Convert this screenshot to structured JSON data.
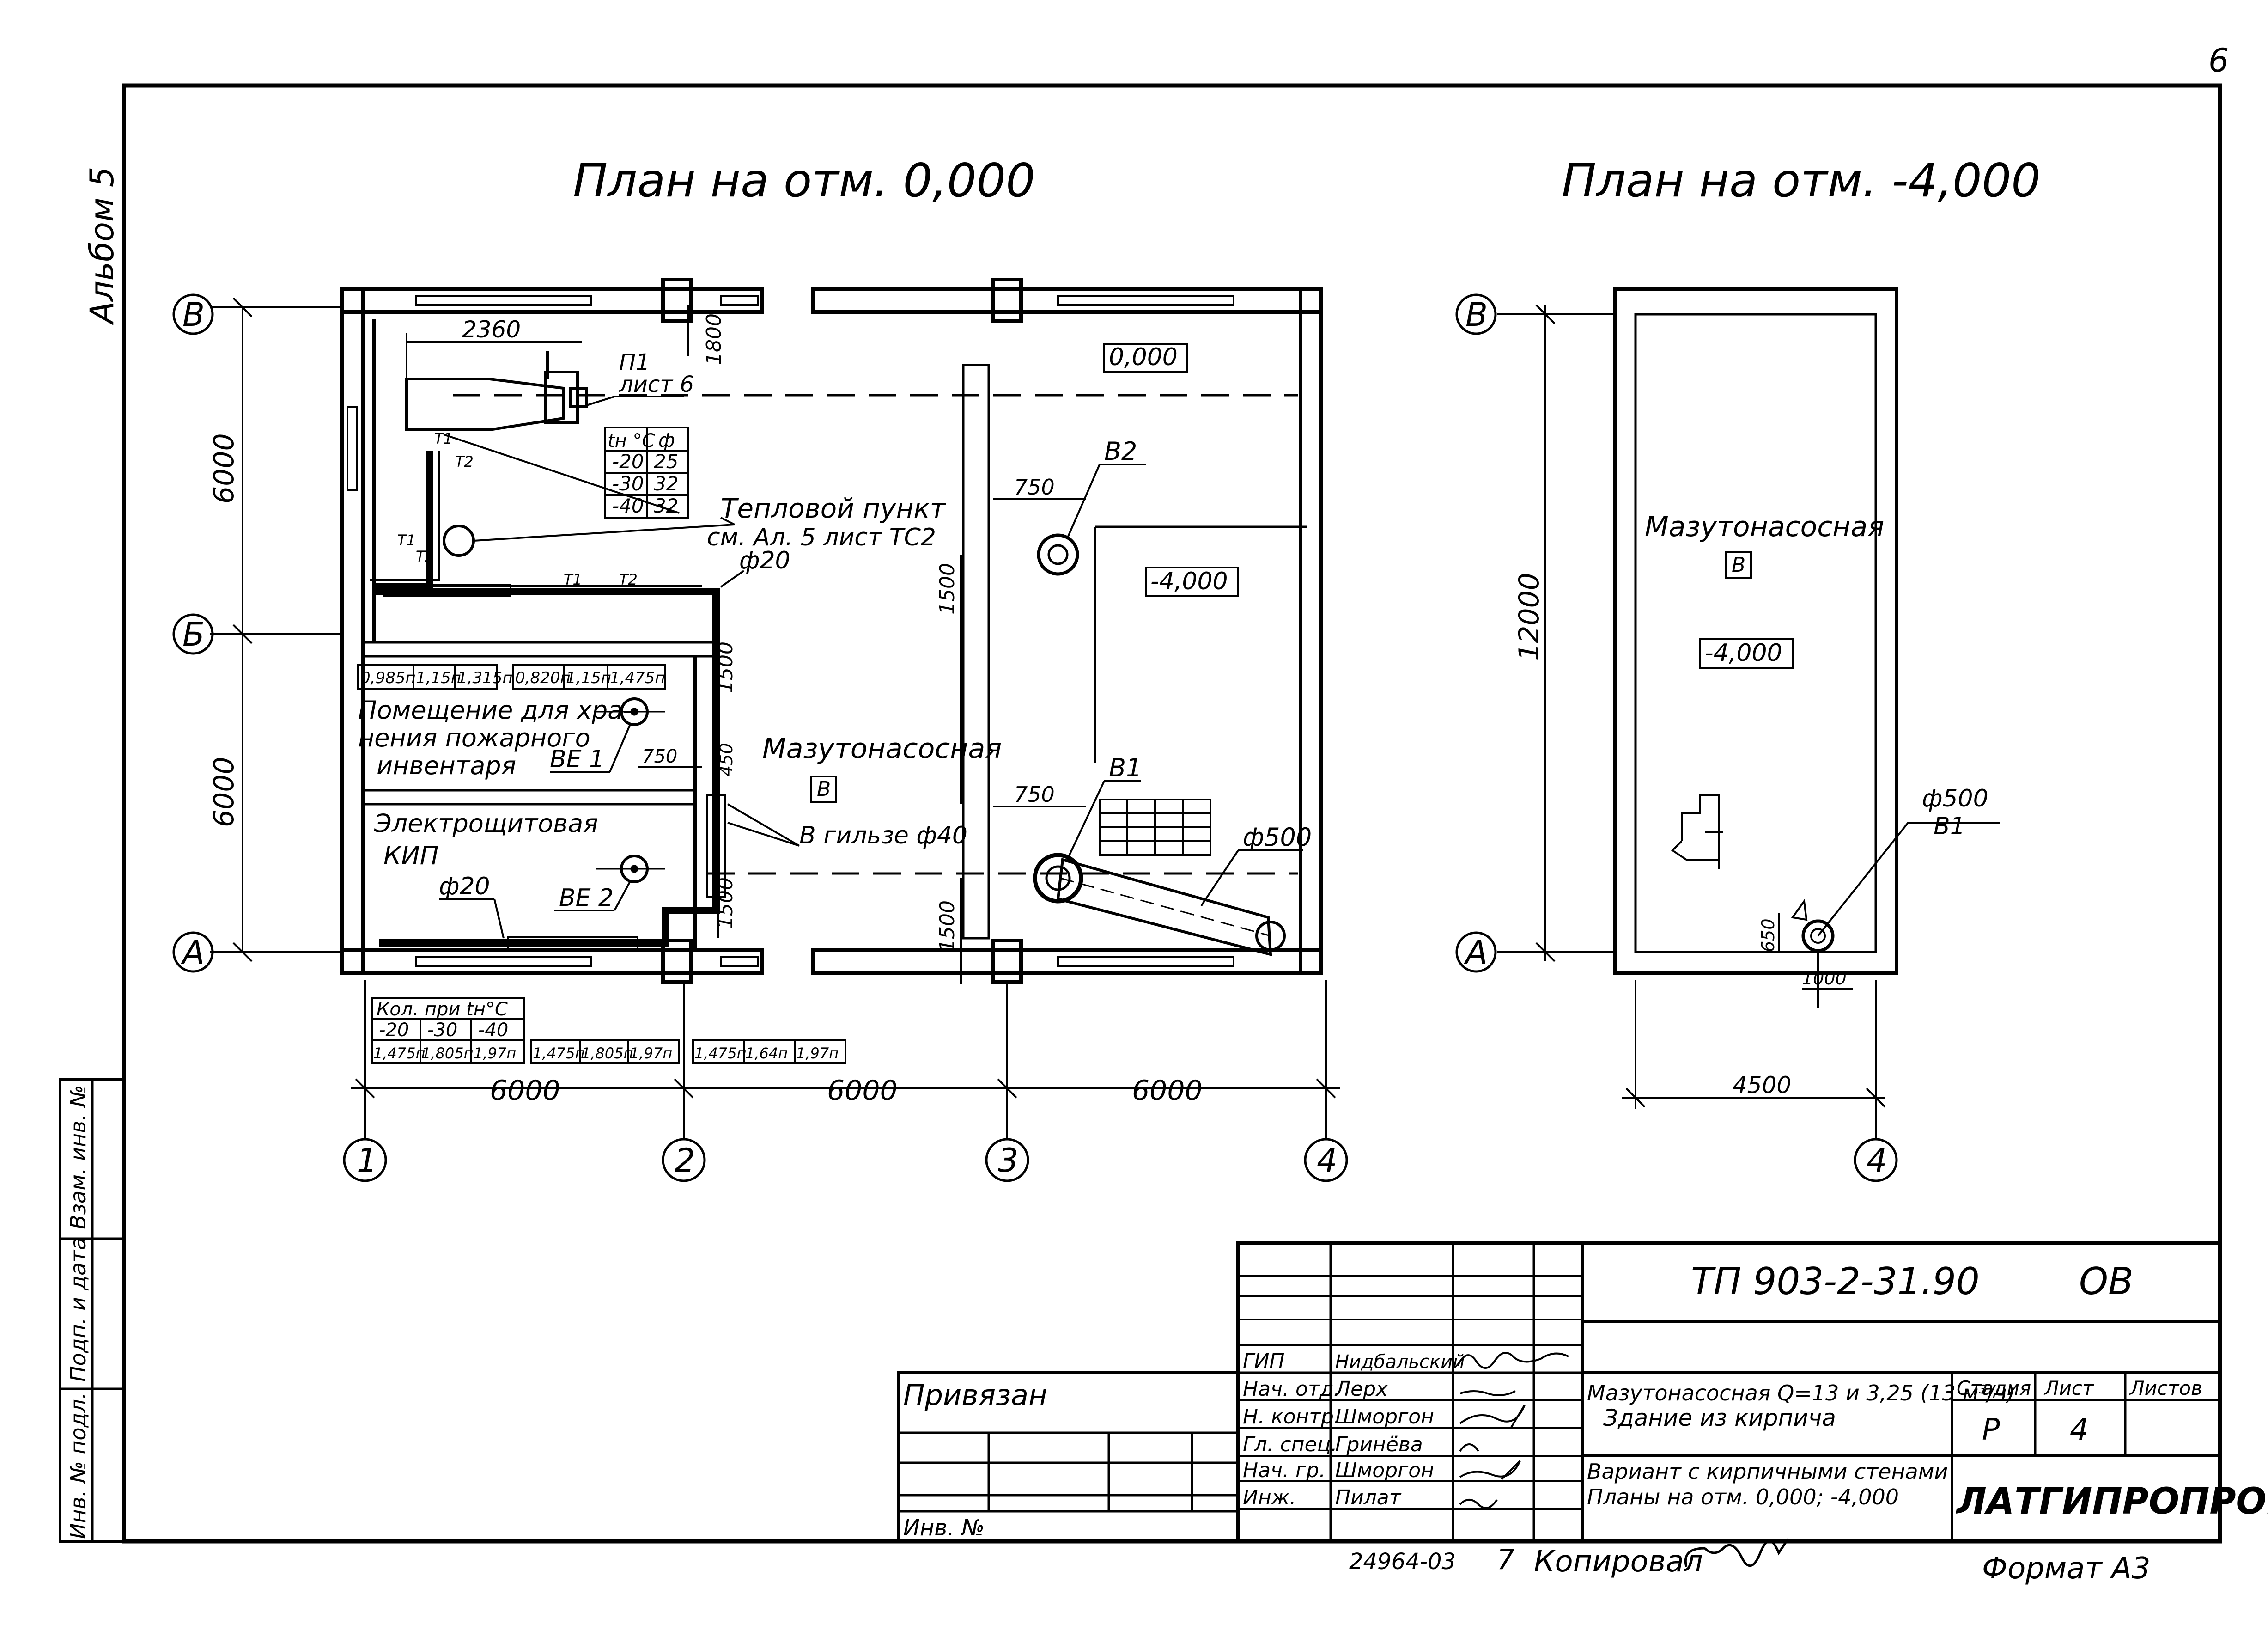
{
  "page_number": "6",
  "album_label": "Альбом 5",
  "left_column": {
    "inv_podl": "Инв. № подл.",
    "podp_data": "Подп. и дата",
    "vzam": "Взам. инв. №"
  },
  "plan_left": {
    "title": "План на отм. 0,000",
    "dims": {
      "w2360": "2360",
      "w1800": "1800",
      "h6000a": "6000",
      "h6000b": "6000",
      "h1500a": "1500",
      "h1500b": "1500",
      "h1500c": "1500",
      "h1500d": "1500",
      "h450": "450",
      "w750a": "750",
      "w750b": "750",
      "w750c": "750",
      "bottom_6000a": "6000",
      "bottom_6000b": "6000",
      "bottom_6000c": "6000"
    },
    "level_0": "0,000",
    "level_m4": "-4,000",
    "p1_label": "П1",
    "p1_sheet": "лист 6",
    "temp_table": {
      "head_t": "tн °C",
      "head_phi": "ф",
      "rows": [
        [
          "-20",
          "25"
        ],
        [
          "-30",
          "32"
        ],
        [
          "-40",
          "32"
        ]
      ]
    },
    "heat_point_1": "Тепловой пункт",
    "heat_point_2": "см. Ал. 5 лист ТС2",
    "phi20_top": "ф20",
    "phi20_bottom": "ф20",
    "t1a": "Т1",
    "t2a": "Т2",
    "t1b": "Т1",
    "t2b": "Т2",
    "t1c": "Т1",
    "t2c": "Т2",
    "lengths_top": [
      "0,985п",
      "1,15п",
      "1,315п",
      "0,820п",
      "1,15п",
      "1,475п"
    ],
    "room_storage_1": "Помещение для хра-",
    "room_storage_2": "нения пожарного",
    "room_storage_3": "инвентаря",
    "be1": "ВЕ 1",
    "be2": "ВЕ 2",
    "room_electro_1": "Электрощитовая",
    "room_electro_2": "КИП",
    "pump_room": "Мазутонасосная",
    "cat_b": "В",
    "sleeve": "В гильзе ф40",
    "v2": "В2",
    "v1": "В1",
    "phi500": "ф500",
    "qty_head": "Кол. при tн°C",
    "qty_sub": [
      "-20",
      "-30",
      "-40"
    ],
    "qty_groups": [
      [
        "1,475п",
        "1,805п",
        "1,97п"
      ],
      [
        "1,475п",
        "1,805п",
        "1,97п"
      ],
      [
        "1,475п",
        "1,64п",
        "1,97п"
      ]
    ],
    "axes_rows": [
      "В",
      "Б",
      "А"
    ],
    "axes_cols": [
      "1",
      "2",
      "3",
      "4"
    ]
  },
  "plan_right": {
    "title": "План на отм. -4,000",
    "pump_room": "Мазутонасосная",
    "cat_b": "В",
    "level": "-4,000",
    "dim_12000": "12000",
    "dim_4500": "4500",
    "dim_650": "650",
    "dim_1000": "1000",
    "phi500": "ф500",
    "v1": "В1",
    "axes_rows": [
      "В",
      "А"
    ],
    "axis_col": "4"
  },
  "title_block": {
    "code": "ТП 903-2-31.90",
    "mark": "ОВ",
    "privyazan": "Привязан",
    "inv_no": "Инв. №",
    "staff": [
      {
        "role": "ГИП",
        "name": "Нидбальский"
      },
      {
        "role": "Нач. отд.",
        "name": "Лерх"
      },
      {
        "role": "Н. контр.",
        "name": "Шморгон"
      },
      {
        "role": "Гл. спец.",
        "name": "Гринёва"
      },
      {
        "role": "Нач. гр.",
        "name": "Шморгон"
      },
      {
        "role": "Инж.",
        "name": "Пилат"
      }
    ],
    "desc1": "Мазутонасосная Q=13 и 3,25 (13 м³/ч)",
    "desc2": "Здание из кирпича",
    "desc3": "Вариант с кирпичными стенами",
    "desc4": "Планы на отм. 0,000; -4,000",
    "stage_label": "Стадия",
    "sheet_label": "Лист",
    "sheets_label": "Листов",
    "stage": "Р",
    "sheet": "4",
    "sheets": "",
    "org": "ЛАТГИПРОПРОМ"
  },
  "footer": {
    "number": "24964-03",
    "seven": "7",
    "copied": "Копировал",
    "format": "Формат А3"
  }
}
